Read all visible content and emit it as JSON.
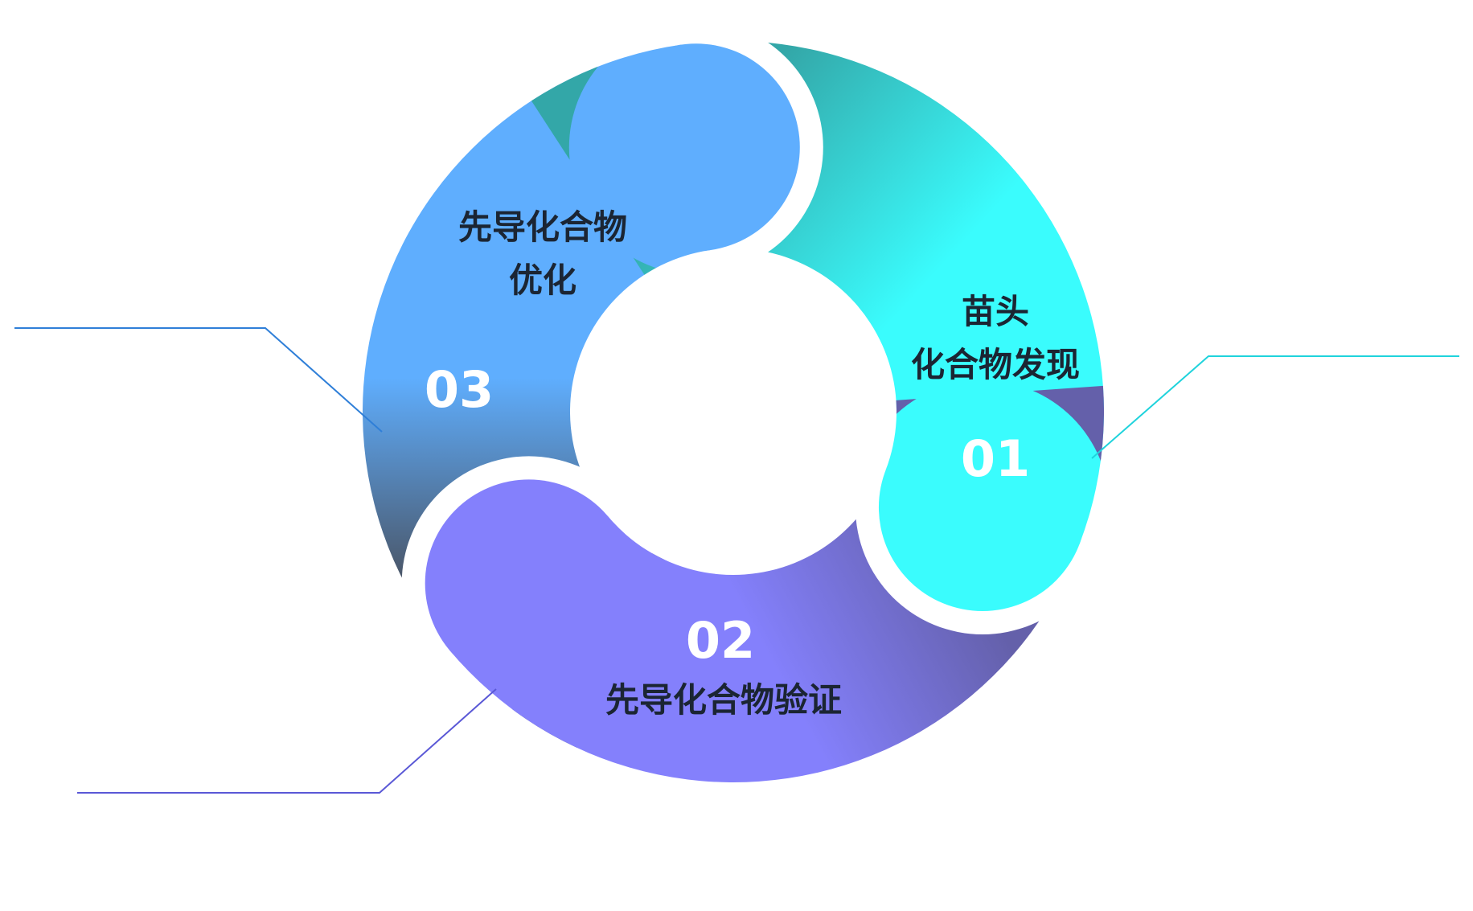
{
  "diagram": {
    "type": "cycle",
    "stages": [
      {
        "number": "01",
        "title_lines": [
          "苗头",
          "化合物发现"
        ],
        "color_main": "#3afcfd",
        "color_shade": "#33a7a8",
        "leader_color": "#1fd3dc"
      },
      {
        "number": "02",
        "title_lines": [
          "先导化合物验证"
        ],
        "color_main": "#8480fc",
        "color_shade": "#6460aa",
        "leader_color": "#5a58d6"
      },
      {
        "number": "03",
        "title_lines": [
          "先导化合物",
          "优化"
        ],
        "color_main": "#5faefe",
        "color_shade": "#4a5668",
        "leader_color": "#2f7fd8"
      }
    ]
  }
}
